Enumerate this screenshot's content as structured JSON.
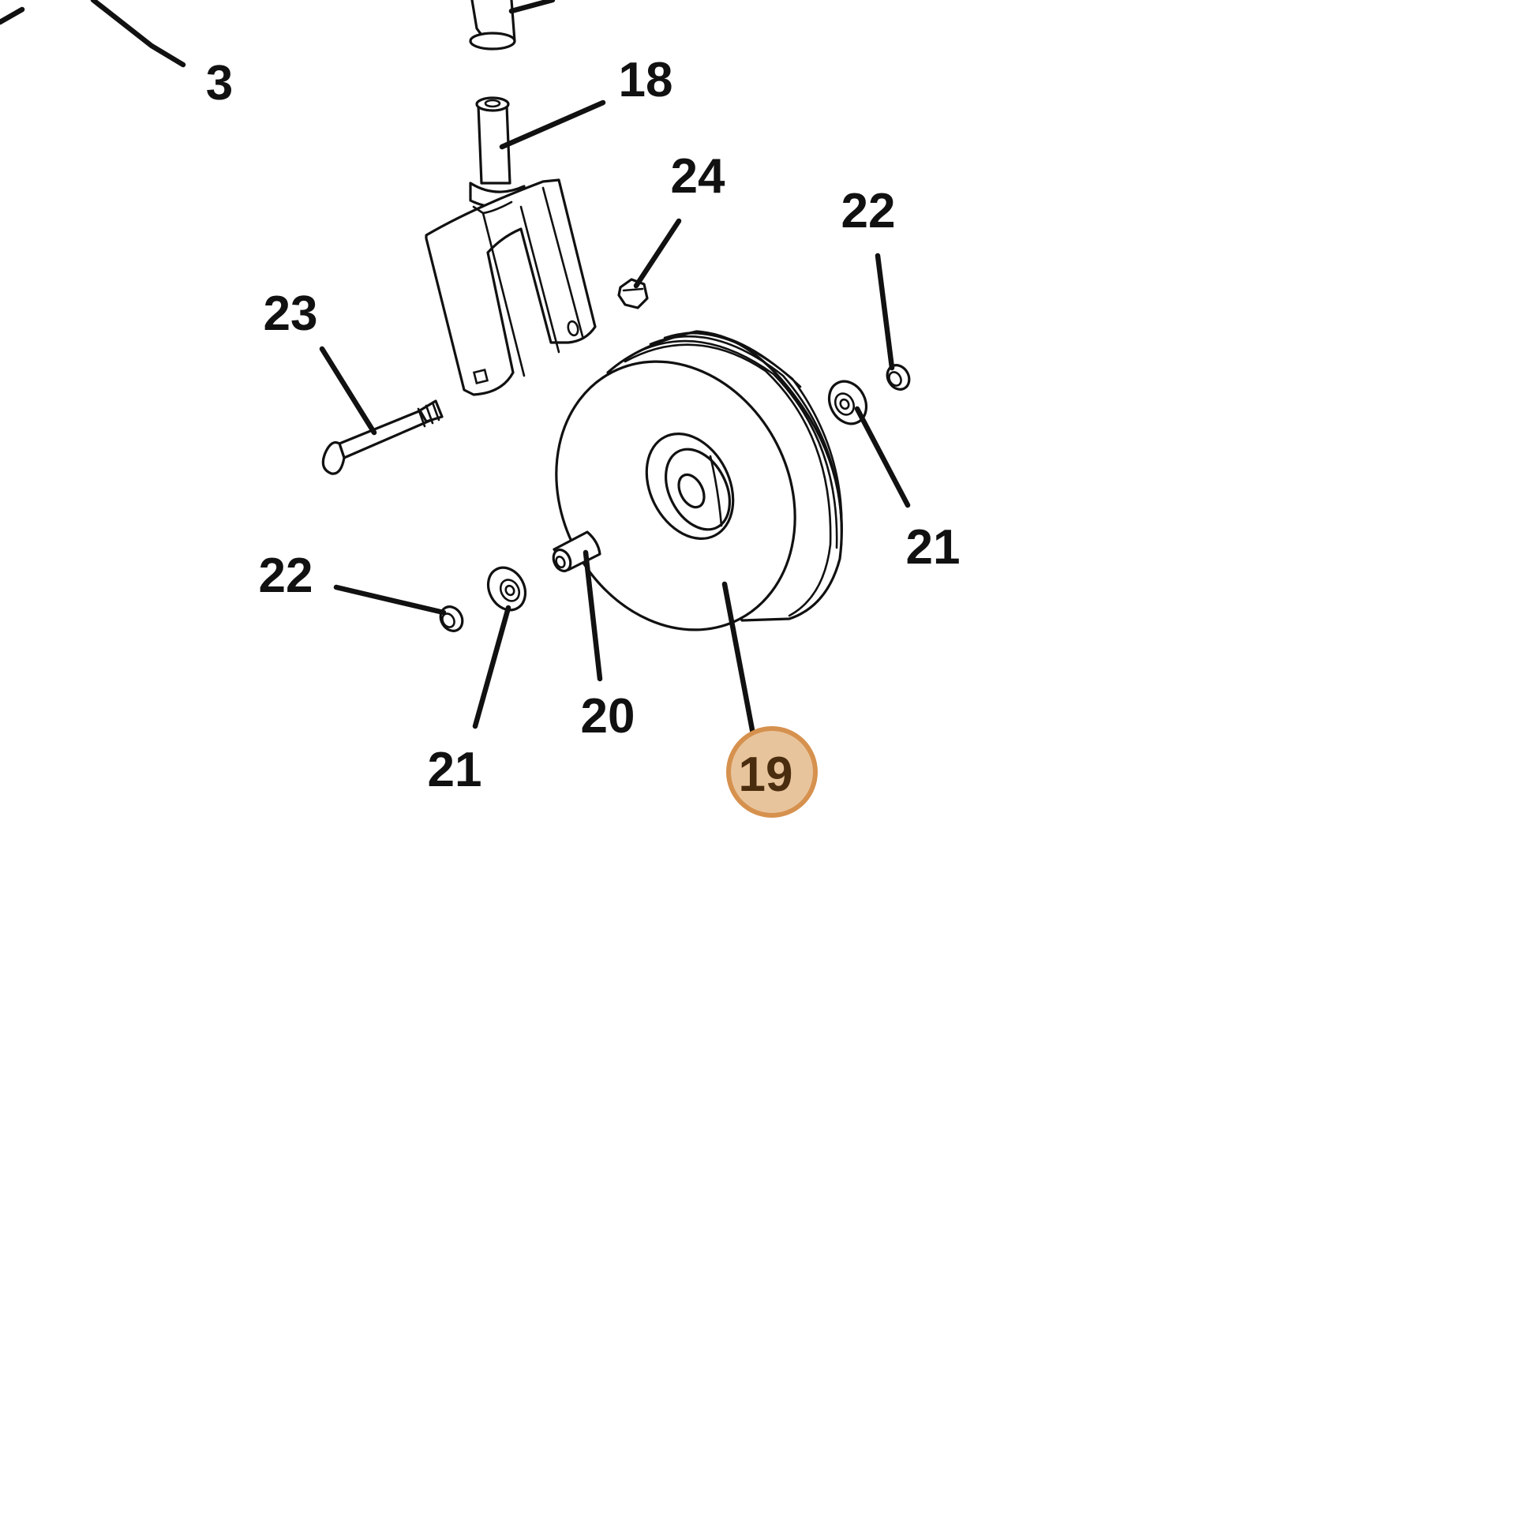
{
  "diagram": {
    "callouts": [
      {
        "id": "3",
        "label": "3",
        "highlighted": false
      },
      {
        "id": "18",
        "label": "18",
        "highlighted": false
      },
      {
        "id": "24",
        "label": "24",
        "highlighted": false
      },
      {
        "id": "22a",
        "label": "22",
        "highlighted": false
      },
      {
        "id": "23",
        "label": "23",
        "highlighted": false
      },
      {
        "id": "21a",
        "label": "21",
        "highlighted": false
      },
      {
        "id": "22b",
        "label": "22",
        "highlighted": false
      },
      {
        "id": "21b",
        "label": "21",
        "highlighted": false
      },
      {
        "id": "20",
        "label": "20",
        "highlighted": false
      },
      {
        "id": "19",
        "label": "19",
        "highlighted": true
      }
    ],
    "highlight_colors": {
      "fill": "#e8c49c",
      "stroke": "#d6914e",
      "text": "#4a2c0e"
    }
  }
}
